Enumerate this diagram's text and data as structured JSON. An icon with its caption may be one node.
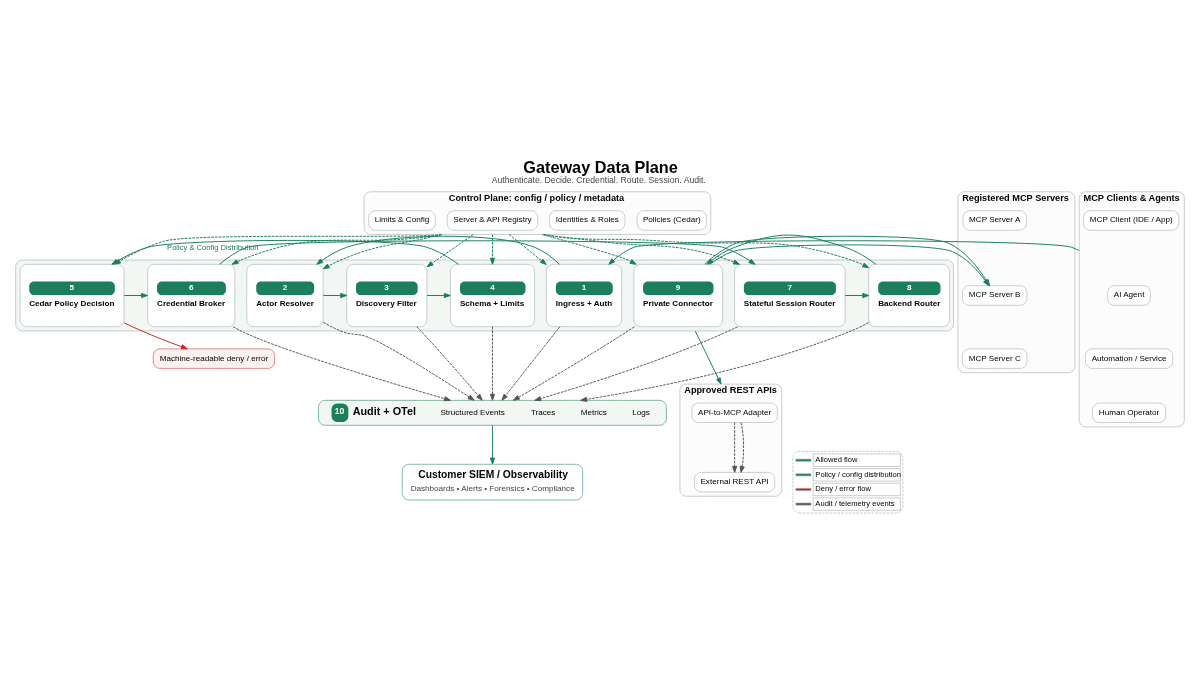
{
  "diagram": {
    "title": "Gateway Data Plane",
    "caption": "Authenticate. Decide. Credential. Route. Session. Audit.",
    "nodes": [
      {
        "text": [
          "Control Plane: config / policy / metadata"
        ]
      },
      {
        "text": [
          "Policies (Cedar)"
        ],
        "in": 0
      },
      {
        "text": [
          "Identities & Roles"
        ],
        "in": 0
      },
      {
        "text": [
          "Server & API Registry"
        ],
        "in": 0
      },
      {
        "text": [
          "Limits & Config"
        ],
        "in": 0
      },
      {
        "text": [
          "MCP Clients & Agents"
        ]
      },
      {
        "text": [
          "MCP Client (IDE / App)"
        ],
        "in": 5
      },
      {
        "text": [
          "AI Agent"
        ],
        "in": 5
      },
      {
        "text": [
          "Automation / Service"
        ],
        "in": 5
      },
      {
        "text": [
          "Human Operator"
        ],
        "in": 5
      },
      {
        "text": [],
        "shape": "box"
      },
      {
        "text": [
          "1",
          "Ingress + Auth"
        ],
        "in": 10
      },
      {
        "text": [
          "2",
          "Actor Resolver"
        ],
        "in": 10
      },
      {
        "text": [
          "3",
          "Discovery Filter"
        ],
        "in": 10
      },
      {
        "text": [
          "4",
          "Schema + Limits"
        ],
        "in": 10
      },
      {
        "text": [
          "5",
          "Cedar Policy Decision"
        ],
        "in": 10
      },
      {
        "text": [
          "6",
          "Credential Broker"
        ],
        "in": 10
      },
      {
        "text": [
          "7",
          "Stateful Session Router"
        ],
        "in": 10
      },
      {
        "text": [
          "8",
          "Backend Router"
        ],
        "in": 10
      },
      {
        "text": [
          "9",
          "Private Connector"
        ],
        "in": 10
      },
      {
        "text": [
          "Registered MCP Servers"
        ]
      },
      {
        "text": [
          "MCP Server A"
        ],
        "in": 20
      },
      {
        "text": [
          "MCP Server B"
        ],
        "in": 20
      },
      {
        "text": [
          "MCP Server C"
        ],
        "in": 20
      },
      {
        "text": [
          "Approved REST APIs"
        ]
      },
      {
        "text": [
          "API-to-MCP Adapter"
        ],
        "in": 24
      },
      {
        "text": [
          "External REST API"
        ],
        "in": 24
      },
      {
        "text": [
          "Machine-readable deny / error"
        ]
      },
      {
        "text": [
          "10",
          "Audit + OTel",
          "Structured Events",
          "Traces",
          "Metrics",
          "Logs"
        ]
      },
      {
        "text": [
          "Customer SIEM / Observability",
          "Dashboards • Alerts • Forensics • Compliance"
        ]
      }
    ],
    "edges": [
      {
        "from": 5,
        "to": 11,
        "arrow": "to"
      },
      {
        "from": 11,
        "to": 12,
        "arrow": "to"
      },
      {
        "from": 12,
        "to": 13,
        "arrow": "to"
      },
      {
        "from": 13,
        "to": 14,
        "arrow": "to"
      },
      {
        "from": 14,
        "to": 15,
        "arrow": "to"
      },
      {
        "from": 15,
        "to": 16,
        "arrow": "to"
      },
      {
        "from": 16,
        "to": 17,
        "arrow": "to"
      },
      {
        "from": 17,
        "to": 18,
        "arrow": "to"
      },
      {
        "from": 18,
        "to": 19,
        "arrow": "to"
      },
      {
        "from": 10,
        "to": 20,
        "arrow": "to"
      },
      {
        "from": 10,
        "to": 24,
        "arrow": "to"
      },
      {
        "from": 0,
        "to": 11,
        "arrow": "to",
        "style": "dashed"
      },
      {
        "from": 0,
        "to": 12,
        "arrow": "to",
        "style": "dashed"
      },
      {
        "from": 0,
        "to": 13,
        "arrow": "to",
        "style": "dashed"
      },
      {
        "from": 0,
        "to": 14,
        "arrow": "to",
        "style": "dashed"
      },
      {
        "from": 0,
        "to": 15,
        "arrow": "to",
        "style": "dashed",
        "label": "Policy & Config Distribution"
      },
      {
        "from": 0,
        "to": 16,
        "arrow": "to",
        "style": "dashed"
      },
      {
        "from": 0,
        "to": 17,
        "arrow": "to",
        "style": "dashed"
      },
      {
        "from": 0,
        "to": 18,
        "arrow": "to",
        "style": "dashed"
      },
      {
        "from": 0,
        "to": 19,
        "arrow": "to",
        "style": "dashed"
      },
      {
        "from": 15,
        "to": 27,
        "arrow": "to",
        "color": "#c62828"
      },
      {
        "from": 11,
        "to": 28,
        "arrow": "to",
        "style": "dashed",
        "color": "#555555"
      },
      {
        "from": 12,
        "to": 28,
        "arrow": "to",
        "style": "dashed",
        "color": "#555555"
      },
      {
        "from": 13,
        "to": 28,
        "arrow": "to",
        "style": "dashed",
        "color": "#555555"
      },
      {
        "from": 14,
        "to": 28,
        "arrow": "to",
        "style": "dashed",
        "color": "#555555"
      },
      {
        "from": 16,
        "to": 28,
        "arrow": "to",
        "style": "dashed",
        "color": "#555555"
      },
      {
        "from": 17,
        "to": 28,
        "arrow": "to",
        "style": "dashed",
        "color": "#555555"
      },
      {
        "from": 18,
        "to": 28,
        "arrow": "to",
        "style": "dashed",
        "color": "#555555"
      },
      {
        "from": 19,
        "to": 28,
        "arrow": "to",
        "style": "dashed",
        "color": "#555555"
      },
      {
        "from": 25,
        "to": 26,
        "arrow": "to",
        "style": "dashed",
        "color": "#555555"
      },
      {
        "from": 25,
        "to": 26,
        "arrow": "to",
        "style": "dashed",
        "color": "#555555"
      },
      {
        "from": 28,
        "to": 29,
        "arrow": "to"
      }
    ],
    "legend": [
      {
        "text": "Allowed flow"
      },
      {
        "text": "Policy / config distribution"
      },
      {
        "text": "Deny / error flow"
      },
      {
        "text": "Audit / telemetry events"
      }
    ]
  }
}
